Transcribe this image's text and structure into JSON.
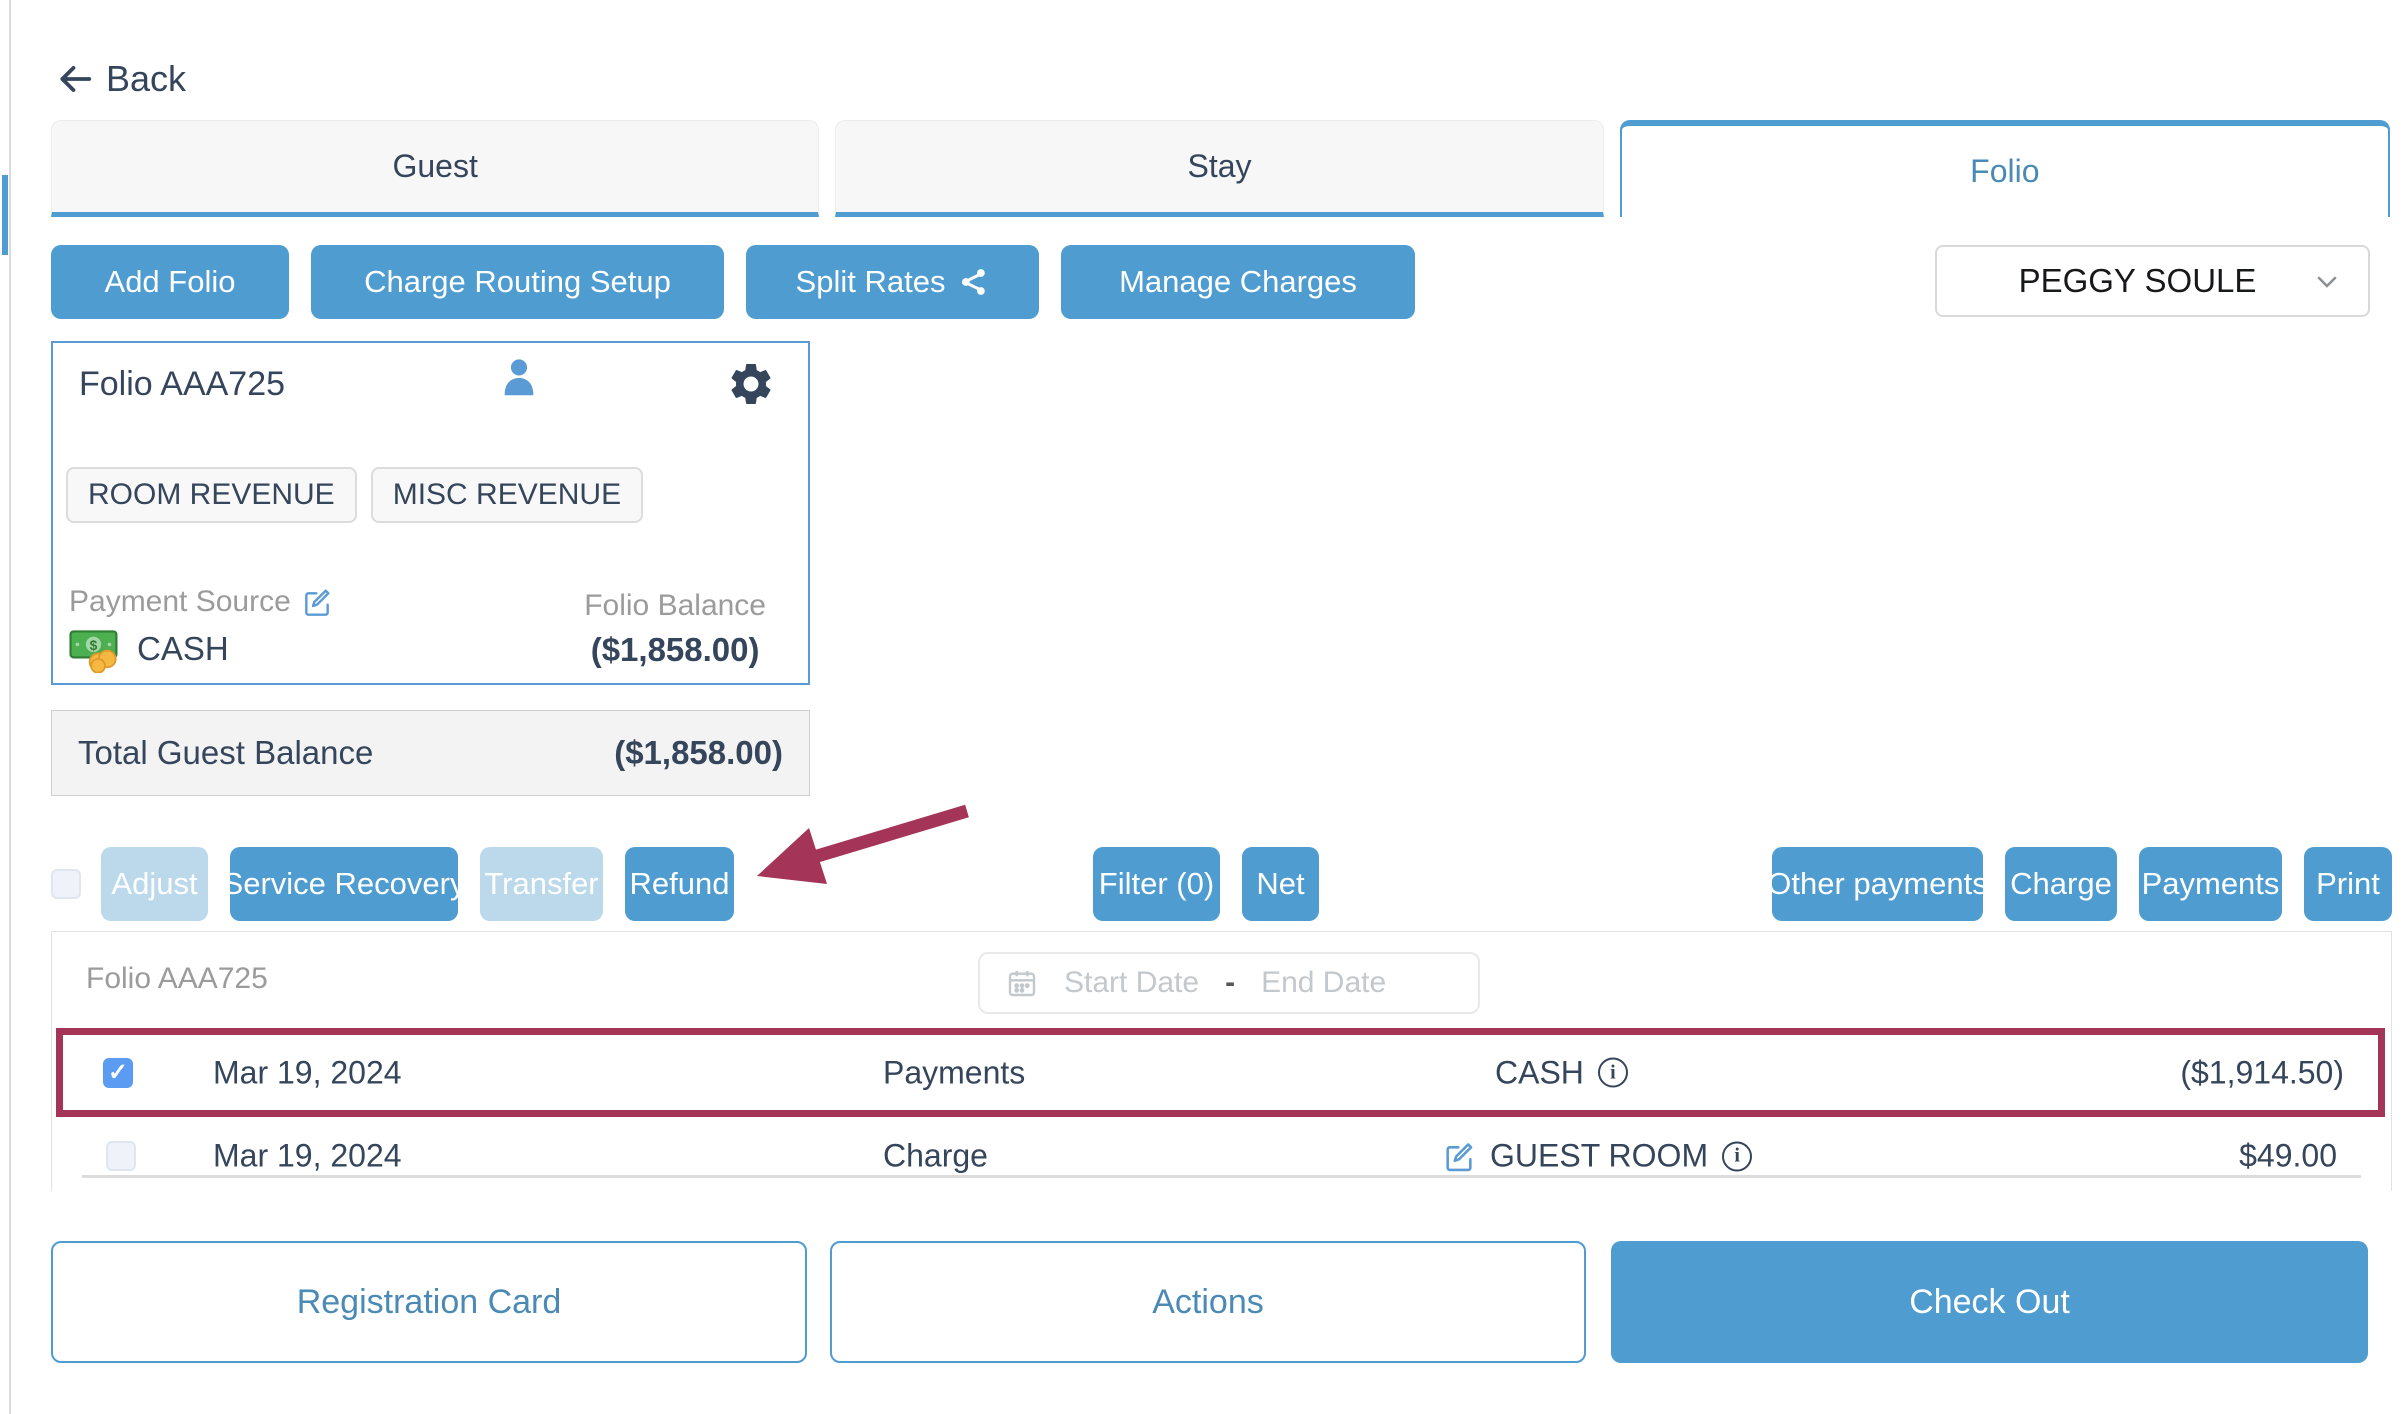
{
  "back": {
    "label": "Back"
  },
  "tabs": {
    "guest": "Guest",
    "stay": "Stay",
    "folio": "Folio"
  },
  "toolbar": {
    "add_folio": "Add Folio",
    "charge_routing": "Charge Routing Setup",
    "split_rates": "Split Rates",
    "manage_charges": "Manage Charges"
  },
  "guest_select": {
    "value": "PEGGY SOULE"
  },
  "folio_card": {
    "title": "Folio AAA725",
    "tags": {
      "0": "ROOM REVENUE",
      "1": "MISC REVENUE"
    },
    "payment_source_label": "Payment Source",
    "payment_source_value": "CASH",
    "balance_label": "Folio Balance",
    "balance_value": "($1,858.00)"
  },
  "total_balance": {
    "label": "Total Guest Balance",
    "value": "($1,858.00)"
  },
  "actions_row": {
    "adjust": "Adjust",
    "service_recovery": "Service Recovery",
    "transfer": "Transfer",
    "refund": "Refund",
    "filter": "Filter (0)",
    "net": "Net",
    "other_payments": "Other payments",
    "charge": "Charge",
    "payments": "Payments",
    "print": "Print"
  },
  "table": {
    "title": "Folio AAA725",
    "date_range": {
      "start_placeholder": "Start Date",
      "separator": "-",
      "end_placeholder": "End Date"
    },
    "rows": [
      {
        "date": "Mar 19, 2024",
        "type": "Payments",
        "description": "CASH",
        "amount": "($1,914.50)",
        "checked": true
      },
      {
        "date": "Mar 19, 2024",
        "type": "Charge",
        "description": "GUEST ROOM",
        "amount": "$49.00",
        "checked": false
      }
    ]
  },
  "footer": {
    "registration_card": "Registration Card",
    "actions": "Actions",
    "check_out": "Check Out"
  },
  "icons": {
    "checkmark": "✓",
    "info": "i"
  },
  "colors": {
    "accent": "#4E9CD0",
    "accent_text": "#4A8AB5",
    "disabled": "#BBD9EB",
    "annotation": "#A43458",
    "checked_checkbox": "#5B9CF2",
    "text_dark": "#35455B",
    "text_gray": "#9B9B9B"
  }
}
